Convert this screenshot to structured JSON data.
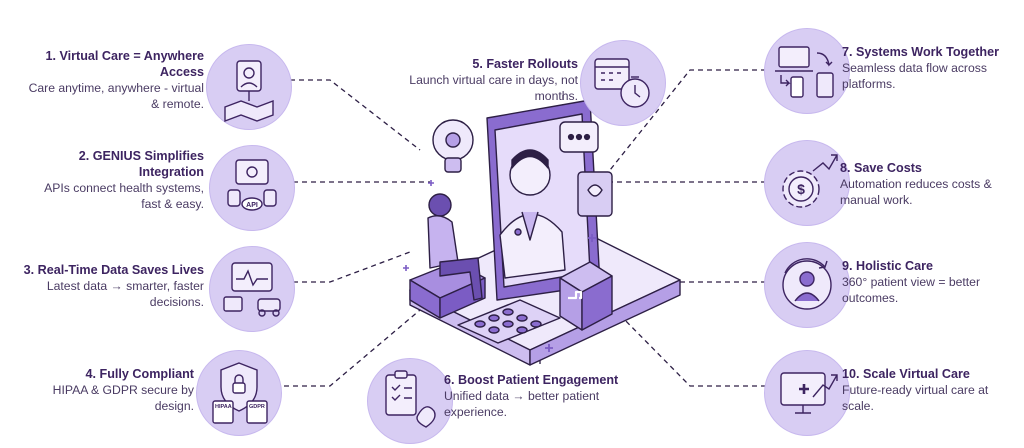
{
  "items": [
    {
      "id": "1",
      "title": "1. Virtual Care = Anywhere Access",
      "desc": "Care anytime, anywhere - virtual & remote.",
      "icon": "map-doctor-icon"
    },
    {
      "id": "2",
      "title": "2. GENIUS Simplifies Integration",
      "title_lines": [
        "2. GENIUS Simplifies",
        "Integration"
      ],
      "desc": "APIs connect health systems, fast & easy.",
      "icon": "api-integration-icon",
      "badge": "API"
    },
    {
      "id": "3",
      "title": "3. Real-Time Data Saves Lives",
      "desc": "Latest data → smarter, faster decisions.",
      "icon": "monitor-heartbeat-icon"
    },
    {
      "id": "4",
      "title": "4. Fully Compliant",
      "desc": "HIPAA & GDPR secure by design.",
      "icon": "shield-lock-icon",
      "badges": [
        "HIPAA",
        "GDPR"
      ]
    },
    {
      "id": "5",
      "title": "5. Faster Rollouts",
      "desc": "Launch virtual care in days, not months.",
      "icon": "calendar-stopwatch-icon"
    },
    {
      "id": "6",
      "title": "6. Boost Patient Engagement",
      "desc": "Unified data → better patient experience.",
      "icon": "clipboard-heart-icon"
    },
    {
      "id": "7",
      "title": "7. Systems Work Together",
      "desc": "Seamless data flow across platforms.",
      "icon": "devices-sync-icon"
    },
    {
      "id": "8",
      "title": "8. Save Costs",
      "desc": "Automation reduces costs & manual work.",
      "icon": "gear-dollar-icon",
      "symbol": "$"
    },
    {
      "id": "9",
      "title": "9. Holistic Care",
      "desc": "360° patient view = better outcomes.",
      "icon": "patient-360-icon"
    },
    {
      "id": "10",
      "title": "10. Scale Virtual Care",
      "desc": "Future-ready virtual care at scale.",
      "icon": "monitor-plus-growth-icon"
    }
  ],
  "colors": {
    "accent": "#7b5cc4",
    "light": "#d8cdf3",
    "dark": "#3d2461",
    "outline": "#2d1f45"
  }
}
